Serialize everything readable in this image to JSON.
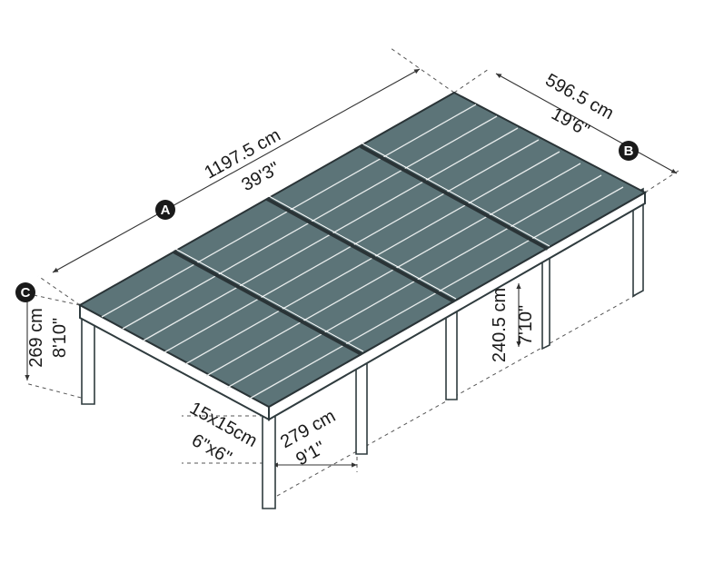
{
  "colors": {
    "frame": "#2f3b3e",
    "panel": "#5c7478",
    "panel_edge": "#2a3437",
    "post": "#ffffff",
    "dimension_line": "#333333",
    "badge": "#1a1a1a"
  },
  "markers": {
    "a": "A",
    "b": "B",
    "c": "C"
  },
  "dimensions": {
    "length_cm": "1197.5 cm",
    "length_ft": "39'3\"",
    "width_cm": "596.5 cm",
    "width_ft": "19'6\"",
    "height_cm": "269 cm",
    "height_ft": "8'10\"",
    "clearance_cm": "240.5 cm",
    "clearance_ft": "7'10\"",
    "post_spacing_cm": "279 cm",
    "post_spacing_ft": "9'1\"",
    "post_size_cm": "15x15cm",
    "post_size_in": "6\"x6\""
  }
}
